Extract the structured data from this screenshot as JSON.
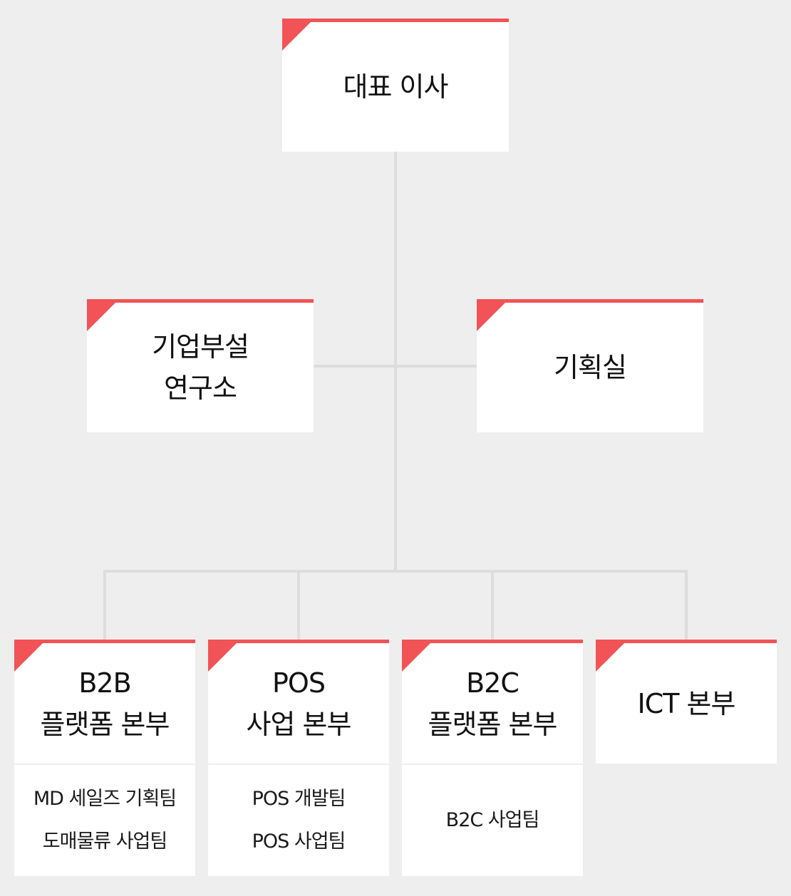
{
  "colors": {
    "accent": "#f15356",
    "background": "#eeeeee",
    "box": "#ffffff",
    "line": "#dddddd"
  },
  "ceo": {
    "label": "대표 이사"
  },
  "rnd": {
    "line1": "기업부설",
    "line2": "연구소"
  },
  "planning": {
    "label": "기획실"
  },
  "units": [
    {
      "line1": "B2B",
      "line2": "플랫폼 본부",
      "teams": [
        "MD 세일즈 기획팀",
        "도매물류 사업팀"
      ]
    },
    {
      "line1": "POS",
      "line2": "사업 본부",
      "teams": [
        "POS 개발팀",
        "POS 사업팀"
      ]
    },
    {
      "line1": "B2C",
      "line2": "플랫폼 본부",
      "teams": [
        "B2C 사업팀"
      ]
    },
    {
      "line1": "ICT 본부"
    }
  ]
}
